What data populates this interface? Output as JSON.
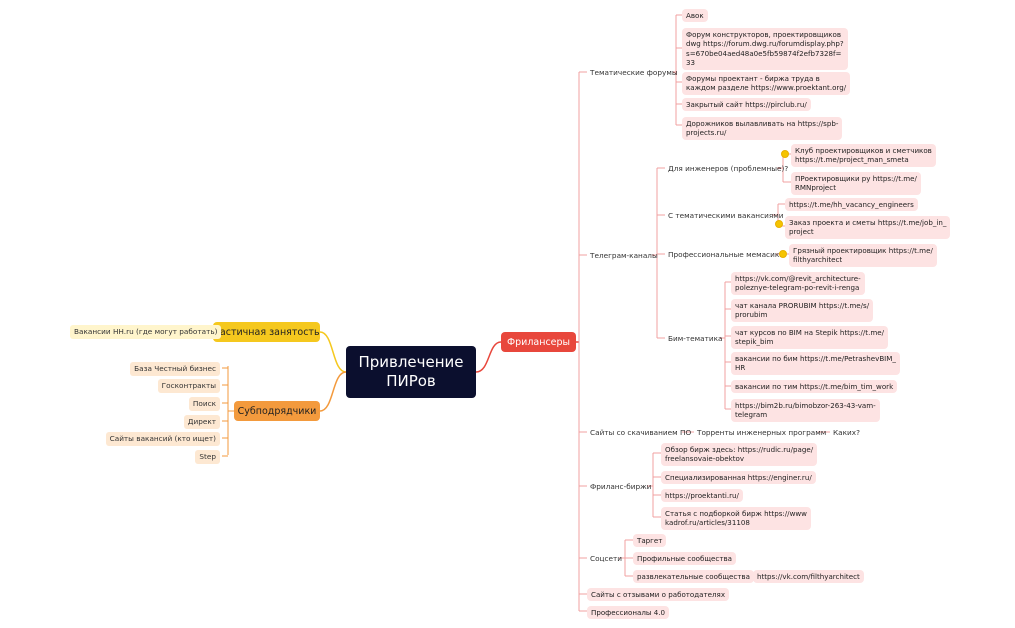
{
  "root": {
    "label": "Привлечение\nПИРов"
  },
  "colors": {
    "freelance": "#e8473c",
    "part_time": "#f5c81e",
    "subcontract": "#f39a3d",
    "root_bg": "#0b0f2e",
    "node_fill": "#fde3e3",
    "marker": "#f5c400"
  },
  "left": {
    "part_time": {
      "label": "Частичная занятость",
      "items": [
        "Вакансии HH.ru (где могут работать)"
      ]
    },
    "subcontractors": {
      "label": "Субподрядчики",
      "items": [
        "База Честный бизнес",
        "Госконтракты",
        "Поиск",
        "Директ",
        "Сайты вакансий (кто ищет)",
        "Step"
      ]
    }
  },
  "right": {
    "label": "Фрилансеры",
    "forums": {
      "label": "Тематические форумы",
      "items": [
        [
          "Авок"
        ],
        [
          "Форум конструкторов, проектировщиков",
          "dwg https://forum.dwg.ru/forumdisplay.php?",
          "s=670be04aed48a0e5fb59874f2efb7328f=",
          "33"
        ],
        [
          "Форумы проектант - биржа труда в",
          "каждом разделе https://www.proektant.org/"
        ],
        [
          "Закрытый сайт https://pirclub.ru/"
        ],
        [
          "Дорожников вылавливать на https://spb-",
          "projects.ru/"
        ]
      ]
    },
    "telegram": {
      "label": "Телеграм-каналы",
      "engineers": {
        "label": "Для инженеров (проблемные)?",
        "items": [
          [
            "Клуб проектировщиков и сметчиков",
            "https://t.me/project_man_smeta"
          ],
          [
            "ПРоектировщики ру https://t.me/",
            "RMNproject"
          ]
        ]
      },
      "vacancies": {
        "label": "С тематическими вакансиями",
        "items": [
          [
            "https://t.me/hh_vacancy_engineers"
          ],
          [
            "Заказ проекта и сметы https://t.me/job_in_",
            "project"
          ]
        ]
      },
      "memes": {
        "label": "Профессиональные мемасики",
        "items": [
          [
            "Грязный проектировщик https://t.me/",
            "filthyarchitect"
          ]
        ]
      },
      "bim": {
        "label": "Бим-тематика",
        "items": [
          [
            "https://vk.com/@revit_architecture-",
            "poleznye-telegram-po-revit-i-renga"
          ],
          [
            "чат канала PRORUBIM https://t.me/s/",
            "prorubim"
          ],
          [
            "чат курсов по BIM на Stepik https://t.me/",
            "stepik_bim"
          ],
          [
            "вакансии по бим https://t.me/PetrashevBIM_",
            "HR"
          ],
          [
            "вакансии по тим https://t.me/bim_tim_work"
          ],
          [
            "https://bim2b.ru/bimobzor-263-43-vam-",
            "telegram"
          ]
        ]
      }
    },
    "downloads": {
      "label": "Сайты со скачиванием ПО",
      "child": "Торренты инженерных программ",
      "grandchild": "Каких?"
    },
    "exchanges": {
      "label": "Фриланс-биржи",
      "items": [
        [
          "Обзор бирж здесь: https://rudic.ru/page/",
          "freelansovaie-obektov"
        ],
        [
          "Специализированная https://enginer.ru/"
        ],
        [
          "https://proektanti.ru/"
        ],
        [
          "Статья с подборкой бирж https://www",
          "kadrof.ru/articles/31108"
        ]
      ]
    },
    "social": {
      "label": "Соцсети",
      "items": [
        "Таргет",
        "Профильные сообщества",
        "развлекательные сообщества"
      ],
      "extra": "https://vk.com/filthyarchitect"
    },
    "reviews": {
      "label": "Сайты с отзывами о работодателях"
    },
    "pro4": {
      "label": "Профессионалы 4.0"
    }
  }
}
